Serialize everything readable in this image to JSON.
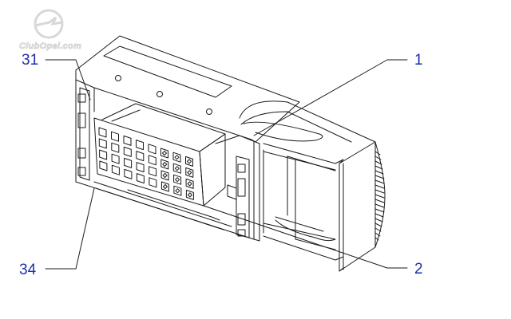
{
  "watermark": {
    "text": "ClubOpel.com"
  },
  "callouts": {
    "c31": "31",
    "c1": "1",
    "c2": "2",
    "c34": "34"
  },
  "colors": {
    "line": "#1a1a1a",
    "callout_text": "#1f2fa8",
    "watermark": "#d0d0d0"
  }
}
